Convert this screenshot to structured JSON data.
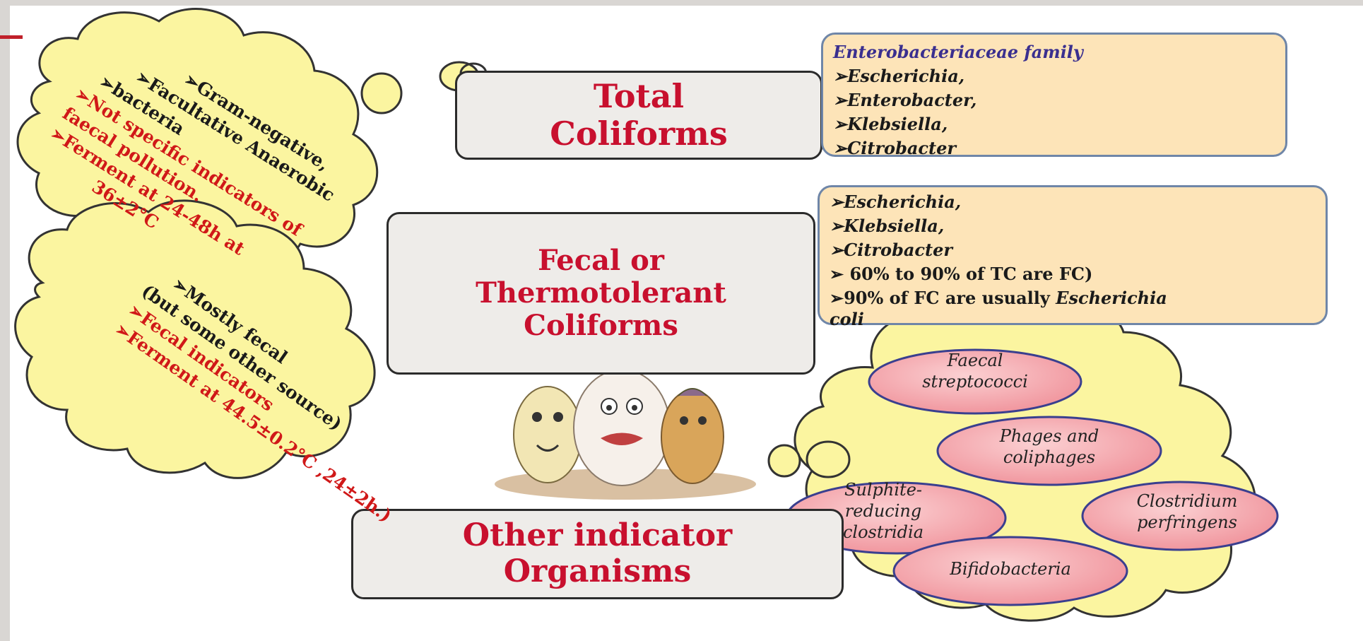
{
  "boxes": {
    "total_coliforms": [
      "Total",
      "Coliforms"
    ],
    "fecal_coliforms": [
      "Fecal or",
      "Thermotolerant",
      "Coliforms"
    ],
    "other_indicators": [
      "Other indicator",
      "Organisms"
    ]
  },
  "cloud_total": {
    "lines": [
      {
        "text": "➢Gram-negative,",
        "color": "black"
      },
      {
        "text": "➢Facultative Anaerobic",
        "color": "black"
      },
      {
        "text": "➢bacteria",
        "color": "black"
      },
      {
        "text": "➢Not specific indicators of",
        "color": "red"
      },
      {
        "text": "faecal pollution.",
        "color": "red"
      },
      {
        "text": "➢Ferment at 24-48h at",
        "color": "red"
      },
      {
        "text": "36±2°C",
        "color": "red"
      }
    ]
  },
  "cloud_fecal": {
    "lines": [
      {
        "text": "➢Mostly fecal",
        "color": "black"
      },
      {
        "text": "(but some other source)",
        "color": "black"
      },
      {
        "text": "➢Fecal indicators",
        "color": "red"
      },
      {
        "text": "➢Ferment at 44.5±0.2°C ,24±2h.)",
        "color": "red"
      }
    ]
  },
  "info_total": {
    "heading": "Enterobacteriaceae family",
    "items": [
      "➢Escherichia,",
      "➢Enterobacter,",
      "➢Klebsiella,",
      "➢Citrobacter"
    ]
  },
  "info_fecal": {
    "items": [
      "➢Escherichia,",
      "➢Klebsiella,",
      "➢Citrobacter"
    ],
    "stat1": "➢ 60% to 90% of TC are FC)",
    "stat2_prefix": "➢90%  of FC are usually ",
    "stat2_italic": "Escherichia",
    "stat2_tail": "coli"
  },
  "other_organisms": {
    "faecal_streptococci": [
      "Faecal",
      "streptococci"
    ],
    "phages": [
      "Phages and",
      "coliphages"
    ],
    "sulphite": [
      "Sulphite-",
      "reducing",
      "clostridia"
    ],
    "clostridium": [
      "Clostridium",
      "perfringens"
    ],
    "bifidobacteria": [
      "Bifidobacteria"
    ]
  },
  "colors": {
    "title_red": "#c8102e",
    "cloud_yellow": "#fbf5a0",
    "info_fill": "#fde4b8",
    "ellipse_pink": "#f4a0a8"
  }
}
